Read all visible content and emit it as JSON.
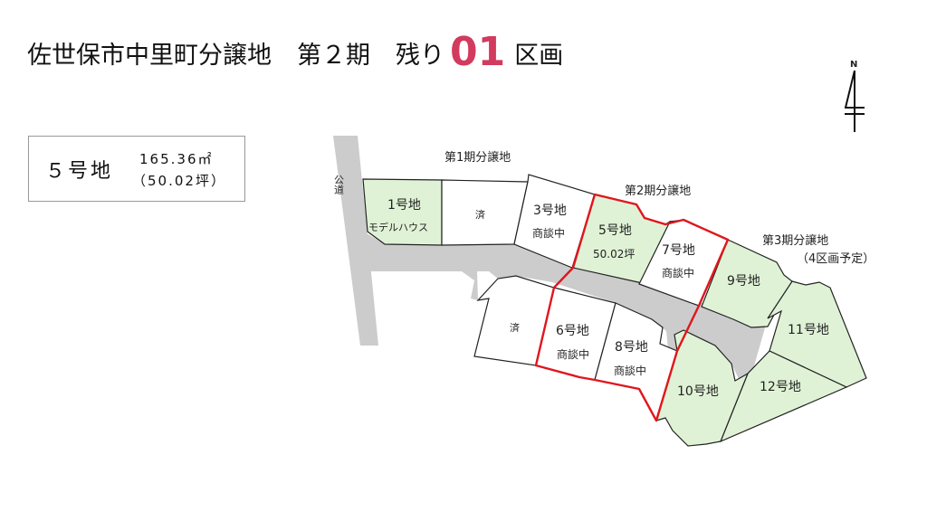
{
  "header": {
    "title_main": "佐世保市中里町分譲地",
    "title_phase": "第２期",
    "title_remaining_prefix": "残り",
    "remaining_count": "01",
    "title_remaining_suffix": "区画",
    "accent_color": "#d23a5e"
  },
  "info_box": {
    "lot": "５号地",
    "area_m2": "165.36㎡",
    "area_tsubo": "（50.02坪）"
  },
  "compass": {
    "label": "N"
  },
  "map": {
    "road_label": "公道",
    "phase_labels": {
      "phase1": "第1期分譲地",
      "phase2": "第2期分譲地",
      "phase3": "第3期分譲地",
      "phase3_note": "（4区画予定）"
    },
    "lots": [
      {
        "id": "1",
        "name": "1号地",
        "status": "モデルハウス",
        "fill": "#dff2d6"
      },
      {
        "id": "sold-a",
        "name": "",
        "status": "済",
        "fill": "#ffffff"
      },
      {
        "id": "3",
        "name": "3号地",
        "status": "商談中",
        "fill": "#ffffff"
      },
      {
        "id": "5",
        "name": "5号地",
        "status": "50.02坪",
        "fill": "#dff2d6"
      },
      {
        "id": "7",
        "name": "7号地",
        "status": "商談中",
        "fill": "#ffffff"
      },
      {
        "id": "sold-b",
        "name": "",
        "status": "済",
        "fill": "#ffffff"
      },
      {
        "id": "6",
        "name": "6号地",
        "status": "商談中",
        "fill": "#ffffff"
      },
      {
        "id": "8",
        "name": "8号地",
        "status": "商談中",
        "fill": "#ffffff"
      },
      {
        "id": "9",
        "name": "9号地",
        "status": "",
        "fill": "#dff2d6"
      },
      {
        "id": "10",
        "name": "10号地",
        "status": "",
        "fill": "#dff2d6"
      },
      {
        "id": "11",
        "name": "11号地",
        "status": "",
        "fill": "#dff2d6"
      },
      {
        "id": "12",
        "name": "12号地",
        "status": "",
        "fill": "#dff2d6"
      }
    ],
    "colors": {
      "available": "#dff2d6",
      "road": "#cccccc",
      "phase2_boundary": "#e0161e",
      "outline": "#222222"
    }
  }
}
